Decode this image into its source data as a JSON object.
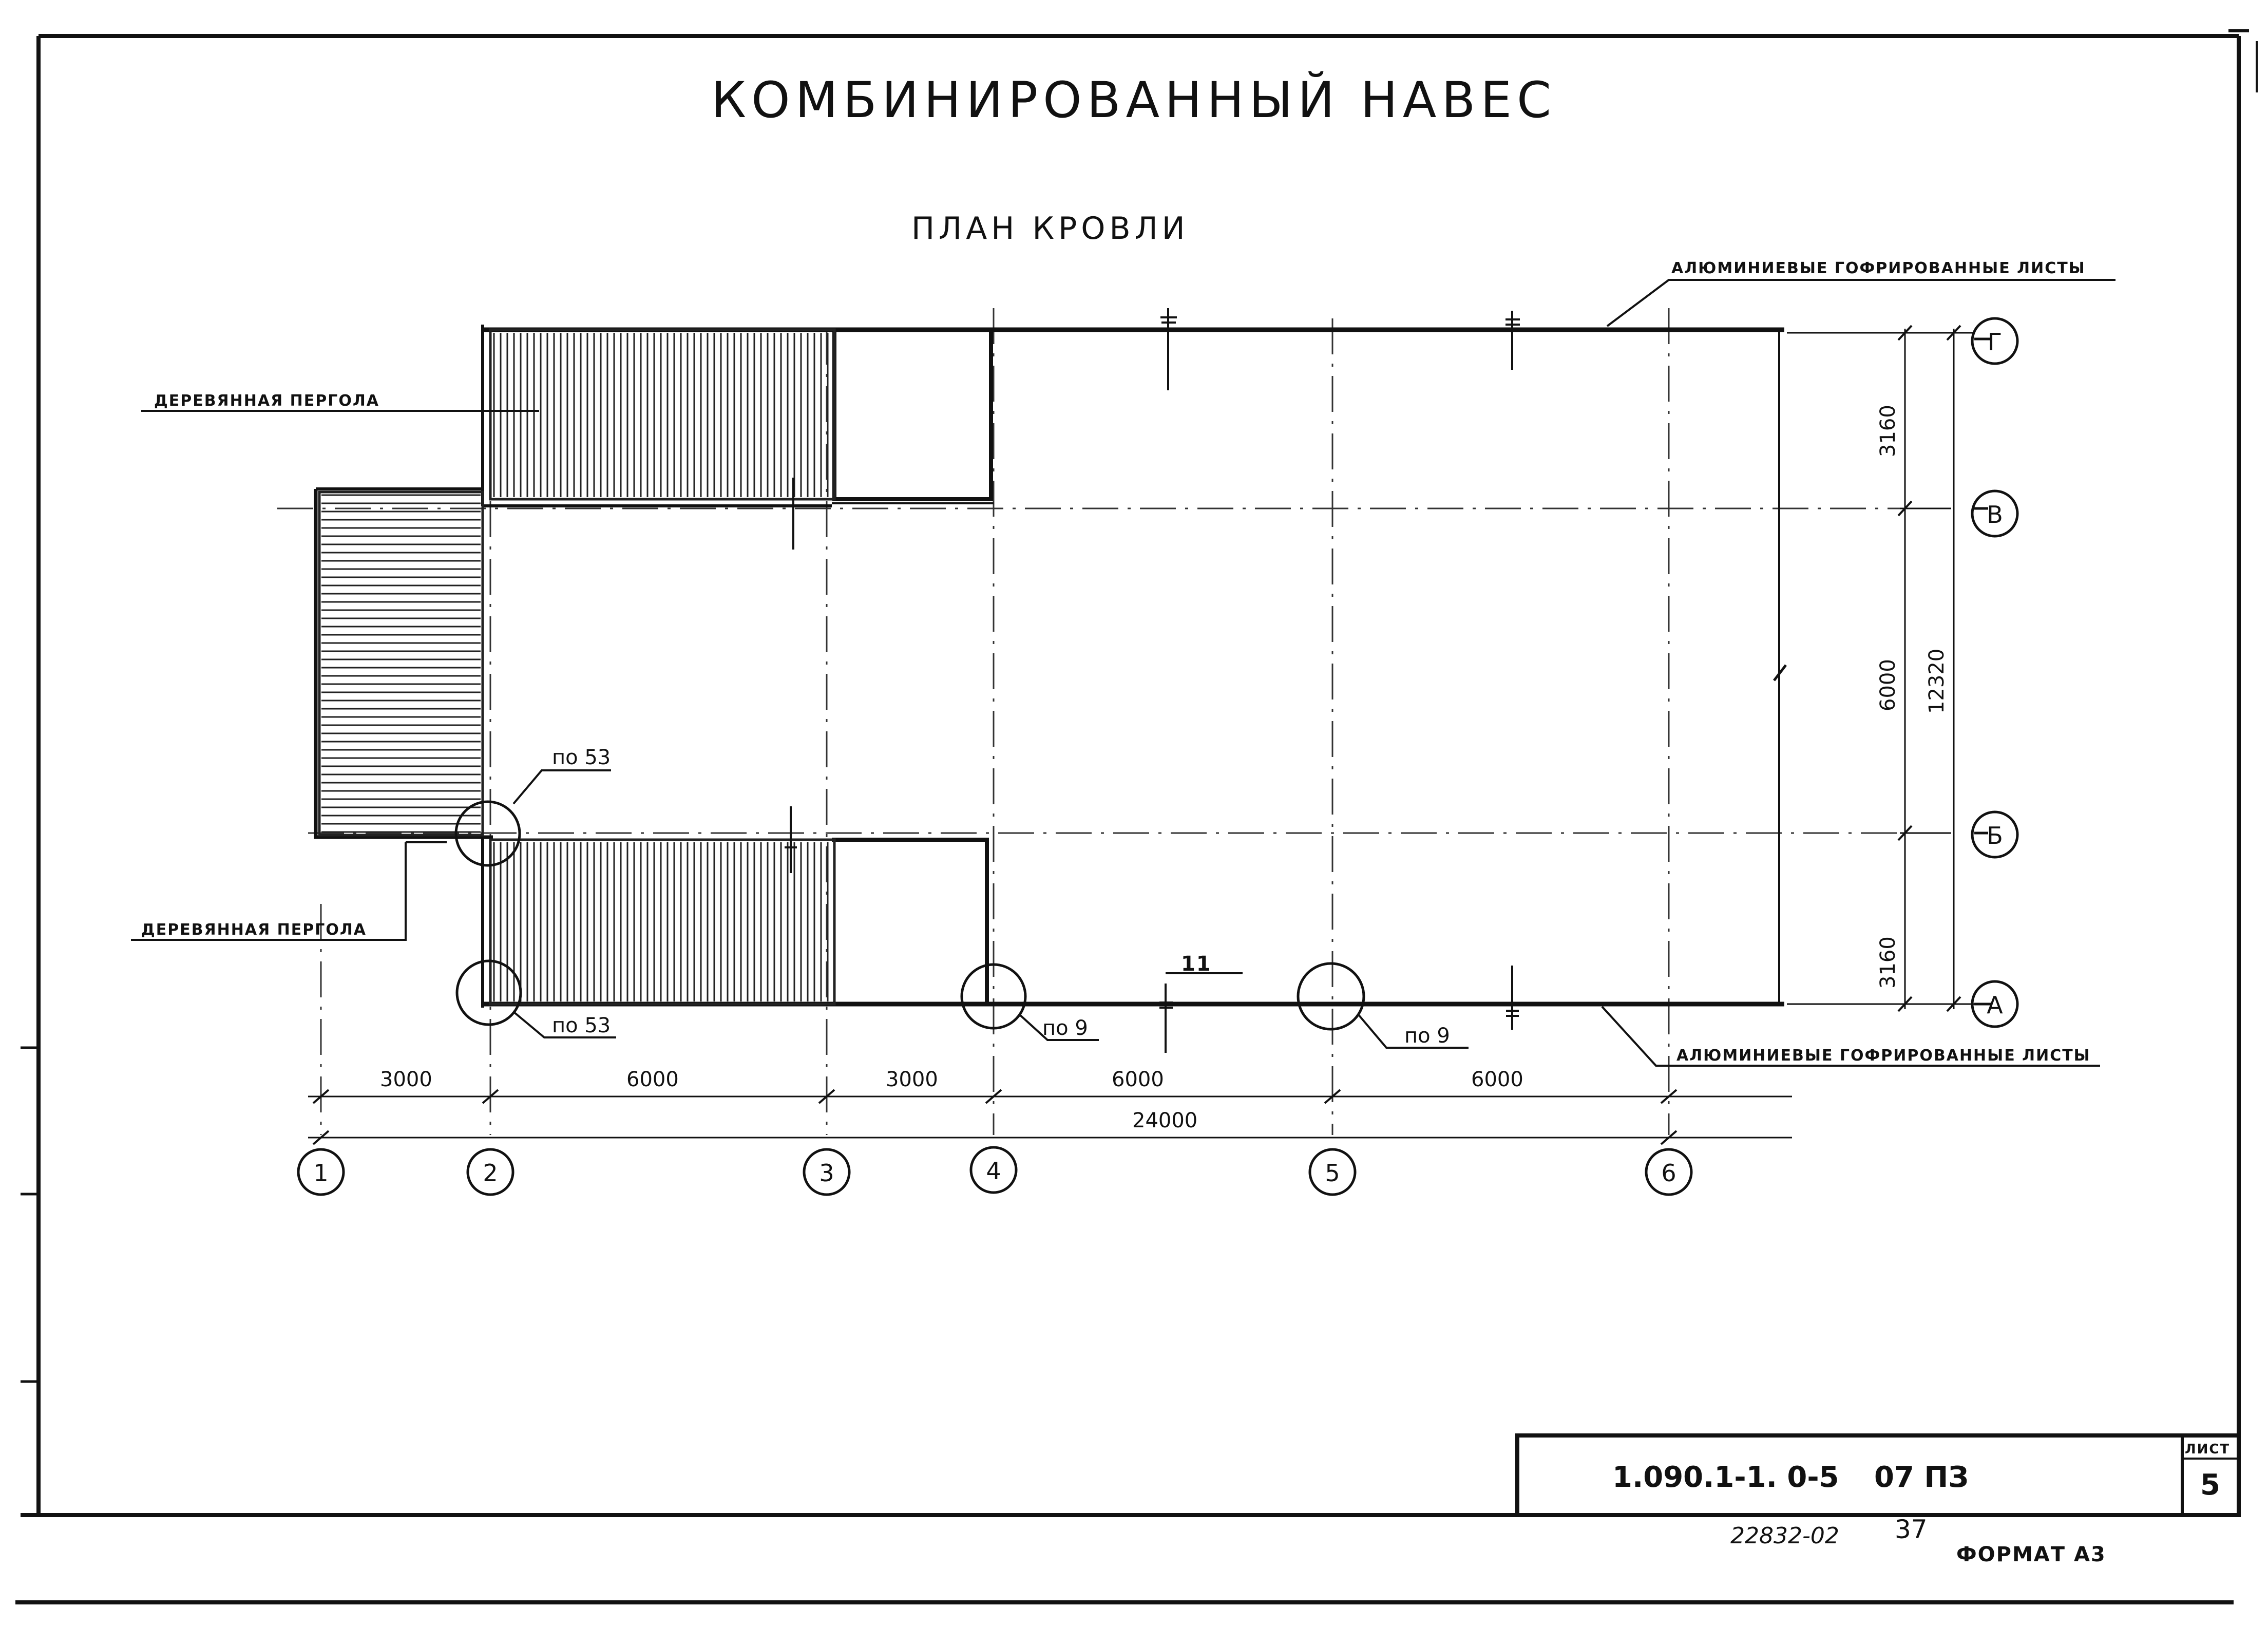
{
  "title": "КОМБИНИРОВАННЫЙ НАВЕС",
  "subtitle": "ПЛАН КРОВЛИ",
  "labels": {
    "pergola_top": "ДЕРЕВЯННАЯ ПЕРГОЛА",
    "pergola_bottom": "ДЕРЕВЯННАЯ ПЕРГОЛА",
    "sheets_top": "АЛЮМИНИЕВЫЕ ГОФРИРОВАННЫЕ ЛИСТЫ",
    "sheets_bottom": "АЛЮМИНИЕВЫЕ ГОФРИРОВАННЫЕ ЛИСТЫ",
    "ref_53_top": "по 53",
    "ref_53_bottom": "по 53",
    "ref_9_a": "по 9",
    "ref_9_b": "по 9",
    "section_mark": "11"
  },
  "grid_axes_columns": [
    "1",
    "2",
    "3",
    "4",
    "5",
    "6"
  ],
  "grid_axes_rows": [
    "Г",
    "В",
    "Б",
    "А"
  ],
  "dimensions_horizontal": [
    "3000",
    "6000",
    "3000",
    "6000",
    "6000"
  ],
  "dimension_total_horizontal": "24000",
  "dimensions_vertical": [
    "3160",
    "6000",
    "3160"
  ],
  "dimension_total_vertical": "12320",
  "title_block": {
    "code": "1.090.1-1. 0-5",
    "suffix": "07 ПЗ",
    "sheet_label": "ЛИСТ",
    "sheet_number": "5"
  },
  "footer": {
    "inventory": "22832-02",
    "page": "37",
    "format": "ФОРМАТ А3"
  }
}
